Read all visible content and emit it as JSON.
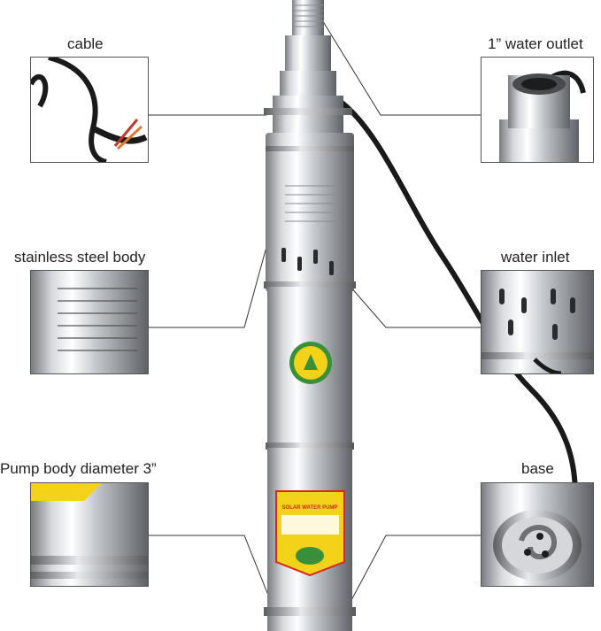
{
  "callouts": {
    "cable": "cable",
    "water_outlet": "1” water outlet",
    "body": "stainless steel body",
    "water_inlet": "water inlet",
    "diameter": "Pump body diameter 3”",
    "base": "base"
  },
  "pump_label": {
    "title": "SOLAR WATER PUMP"
  },
  "colors": {
    "steel_dark": "#6e7075",
    "steel_mid": "#b9bcc1",
    "steel_light": "#f2f3f5",
    "sticker_yellow": "#f3d21a",
    "sticker_green": "#3a8f3a",
    "sticker_red": "#d9261c",
    "cable": "#1a1a1a"
  }
}
